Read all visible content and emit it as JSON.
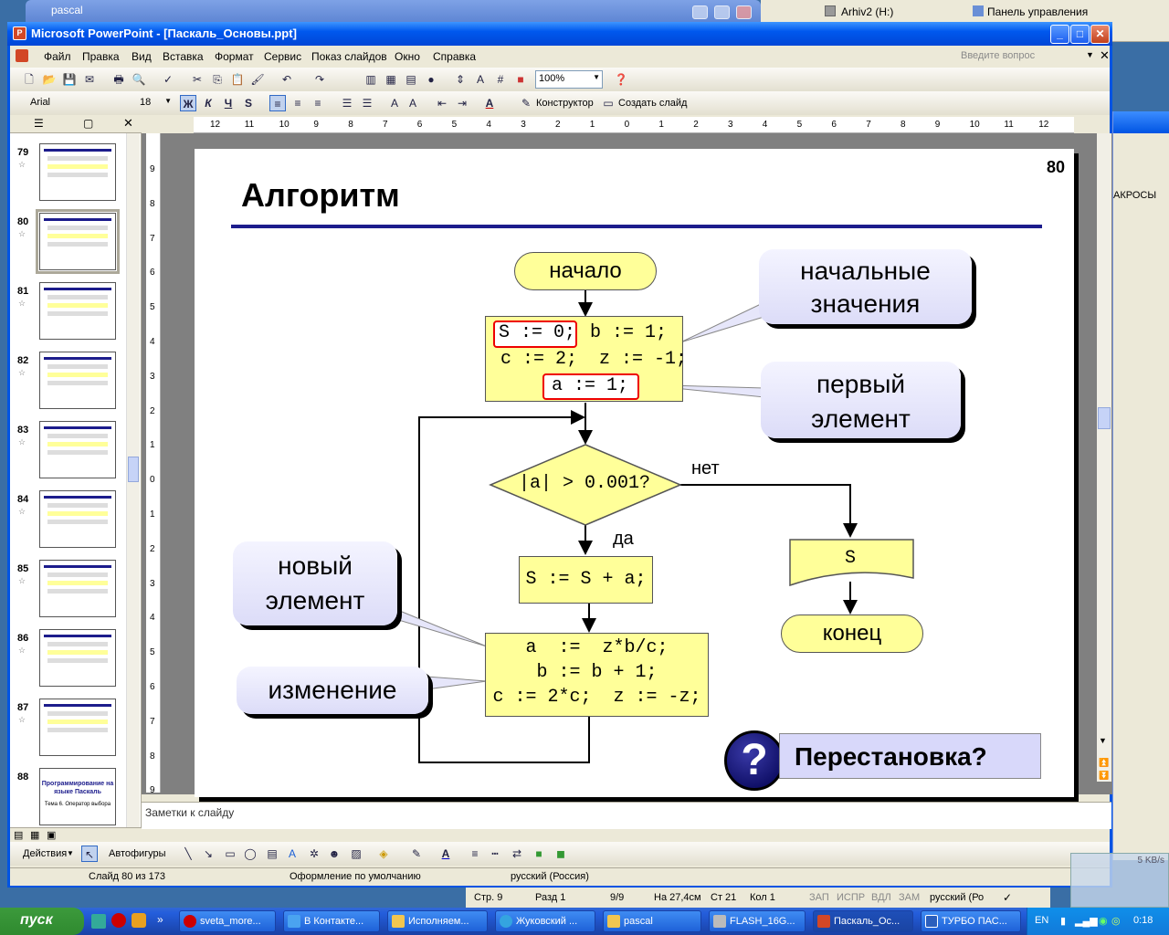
{
  "background_window": {
    "title": "pascal"
  },
  "explorer_behind": {
    "drive": "Arhiv2 (H:)",
    "control_panel": "Панель управления"
  },
  "right_window": {
    "menu_text": "АКРОСЫ"
  },
  "window": {
    "title": "Microsoft PowerPoint - [Паскаль_Основы.ppt]"
  },
  "menu": {
    "items": [
      "Файл",
      "Правка",
      "Вид",
      "Вставка",
      "Формат",
      "Сервис",
      "Показ слайдов",
      "Окно",
      "Справка"
    ],
    "help_placeholder": "Введите вопрос"
  },
  "toolbar": {
    "zoom": "100%"
  },
  "format_toolbar": {
    "font": "Arial",
    "size": "18",
    "bold": "Ж",
    "italic": "К",
    "underline": "Ч",
    "shadow": "S",
    "designer": "Конструктор",
    "new_slide": "Создать слайд"
  },
  "ruler": {
    "h_labels": [
      "12",
      "11",
      "10",
      "9",
      "8",
      "7",
      "6",
      "5",
      "4",
      "3",
      "2",
      "1",
      "0",
      "1",
      "2",
      "3",
      "4",
      "5",
      "6",
      "7",
      "8",
      "9",
      "10",
      "11",
      "12"
    ],
    "v_labels": [
      "9",
      "8",
      "7",
      "6",
      "5",
      "4",
      "3",
      "2",
      "1",
      "0",
      "1",
      "2",
      "3",
      "4",
      "5",
      "6",
      "7",
      "8",
      "9"
    ]
  },
  "thumbnails": [
    {
      "num": "79"
    },
    {
      "num": "80",
      "selected": true
    },
    {
      "num": "81"
    },
    {
      "num": "82"
    },
    {
      "num": "83"
    },
    {
      "num": "84"
    },
    {
      "num": "85"
    },
    {
      "num": "86"
    },
    {
      "num": "87"
    },
    {
      "num": "88",
      "text": "Программирование на языке Паскаль",
      "subtext": "Тема 6. Оператор выбора"
    }
  ],
  "slide": {
    "number": "80",
    "title": "Алгоритм",
    "start": "начало",
    "init_1": "S := 0;",
    "init_2": "b := 1;",
    "init_3": "c := 2;  z := -1;",
    "init_4": "a := 1;",
    "condition": "|a| > 0.001?",
    "no": "нет",
    "yes": "да",
    "sum": "S := S + a;",
    "update_1": "a  :=  z*b/c;",
    "update_2": "b := b + 1;",
    "update_3": "c := 2*c;  z := -z;",
    "output": "S",
    "end": "конец",
    "callout_initial_1": "начальные",
    "callout_initial_2": "значения",
    "callout_first_1": "первый",
    "callout_first_2": "элемент",
    "callout_new_1": "новый",
    "callout_new_2": "элемент",
    "callout_change": "изменение",
    "question_mark": "?",
    "question": "Перестановка?"
  },
  "notes": {
    "placeholder": "Заметки к слайду"
  },
  "drawing": {
    "actions": "Действия",
    "autoshapes": "Автофигуры"
  },
  "status": {
    "slide": "Слайд 80 из 173",
    "design": "Оформление по умолчанию",
    "language": "русский (Россия)"
  },
  "word_status": {
    "page": "Стр. 9",
    "section": "Разд 1",
    "pages": "9/9",
    "at": "На 27,4см",
    "line": "Ст 21",
    "col": "Кол 1",
    "rec": "ЗАП",
    "trk": "ИСПР",
    "ext": "ВДЛ",
    "ovr": "ЗАМ",
    "lang": "русский (Ро"
  },
  "taskbar": {
    "start": "пуск",
    "tasks": [
      "sveta_more...",
      "В Контакте...",
      "Исполняем...",
      "Жуковский ...",
      "pascal",
      "FLASH_16G...",
      "Паскаль_Ос...",
      "ТУРБО ПАС..."
    ],
    "lang": "EN",
    "clock": "0:18",
    "speed": "5 KB/s"
  }
}
